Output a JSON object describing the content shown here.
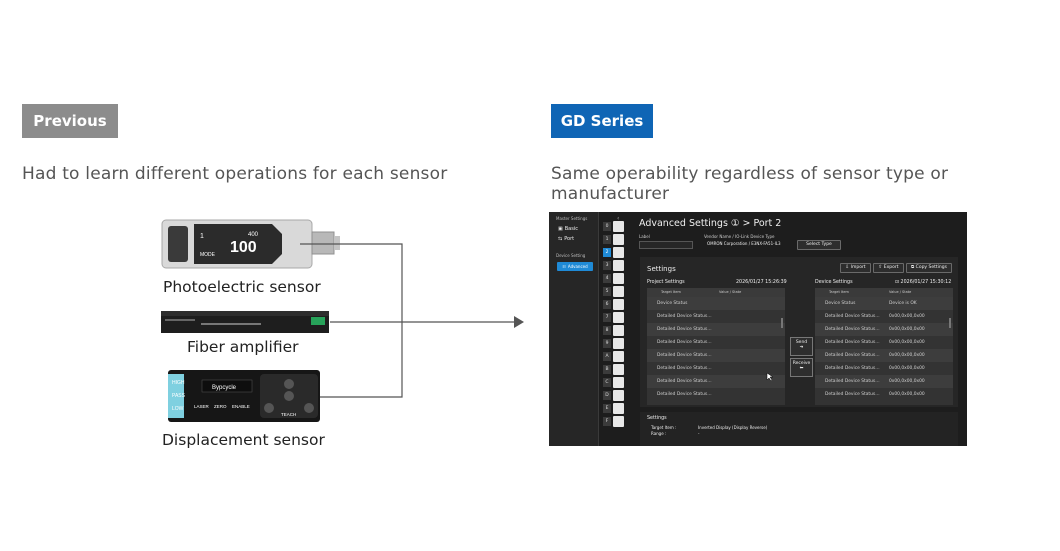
{
  "tags": {
    "previous": "Previous",
    "gd_series": "GD Series"
  },
  "captions": {
    "left": "Had to learn different operations for each sensor",
    "right": "Same operability regardless of sensor type or manufacturer"
  },
  "devices": {
    "photoelectric": {
      "label": "Photoelectric sensor",
      "display_top": "400",
      "display_main": "100",
      "display_sub": "1",
      "mode": "MODE"
    },
    "fiber": {
      "label": "Fiber amplifier"
    },
    "displacement": {
      "label": "Displacement sensor",
      "lcd": "Bypcycle",
      "high": "HIGH",
      "pass": "PASS",
      "low": "LOW",
      "laser": "LASER",
      "zero": "ZERO",
      "enable": "ENABLE",
      "teach": "TEACH"
    }
  },
  "screen": {
    "sidebar": {
      "master_settings": "Master Settings",
      "basic": "Basic",
      "port": "Port",
      "device_setting": "Device Setting",
      "advanced": "Advanced"
    },
    "ports": [
      "0",
      "1",
      "2",
      "3",
      "4",
      "5",
      "6",
      "7",
      "8",
      "9",
      "A",
      "B",
      "C",
      "D",
      "E",
      "F"
    ],
    "selected_port": "2",
    "collapse_icon": "‹",
    "title": "Advanced Settings ① > Port 2",
    "label_caption": "Label",
    "vendor_caption": "Vendor Name / IO-Link Device Type",
    "vendor_value": "OMRON Corporation / E3NX-FA51-IL3",
    "select_type": "Select Type",
    "settings_title": "Settings",
    "import": "Import",
    "export": "Export",
    "copy_settings": "Copy Settings",
    "project_settings": {
      "title": "Project Settings",
      "timestamp": "2026/01/27 15:26:39",
      "col_item": "Target Item",
      "col_value": "Value / State",
      "rows": [
        {
          "item": "Device Status",
          "value": ""
        },
        {
          "item": "Detailed Device Status…",
          "value": ""
        },
        {
          "item": "Detailed Device Status…",
          "value": ""
        },
        {
          "item": "Detailed Device Status…",
          "value": ""
        },
        {
          "item": "Detailed Device Status…",
          "value": ""
        },
        {
          "item": "Detailed Device Status…",
          "value": ""
        },
        {
          "item": "Detailed Device Status…",
          "value": ""
        },
        {
          "item": "Detailed Device Status…",
          "value": ""
        }
      ]
    },
    "device_settings": {
      "title": "Device Settings",
      "timestamp": "2026/01/27 15:30:12",
      "col_item": "Target Item",
      "col_value": "Value / State",
      "rows": [
        {
          "item": "Device Status",
          "value": "Device is OK"
        },
        {
          "item": "Detailed Device Status…",
          "value": "0x00,0x00,0x00"
        },
        {
          "item": "Detailed Device Status…",
          "value": "0x00,0x00,0x00"
        },
        {
          "item": "Detailed Device Status…",
          "value": "0x00,0x00,0x00"
        },
        {
          "item": "Detailed Device Status…",
          "value": "0x00,0x00,0x00"
        },
        {
          "item": "Detailed Device Status…",
          "value": "0x00,0x00,0x00"
        },
        {
          "item": "Detailed Device Status…",
          "value": "0x00,0x00,0x00"
        },
        {
          "item": "Detailed Device Status…",
          "value": "0x00,0x00,0x00"
        }
      ]
    },
    "send": "Send",
    "receive": "Receive",
    "bottom": {
      "title": "Settings",
      "target_item_label": "Target Item :",
      "target_item_value": "Inverted Display (Display Reverse)",
      "range_label": "Range :",
      "range_value": "-"
    }
  }
}
